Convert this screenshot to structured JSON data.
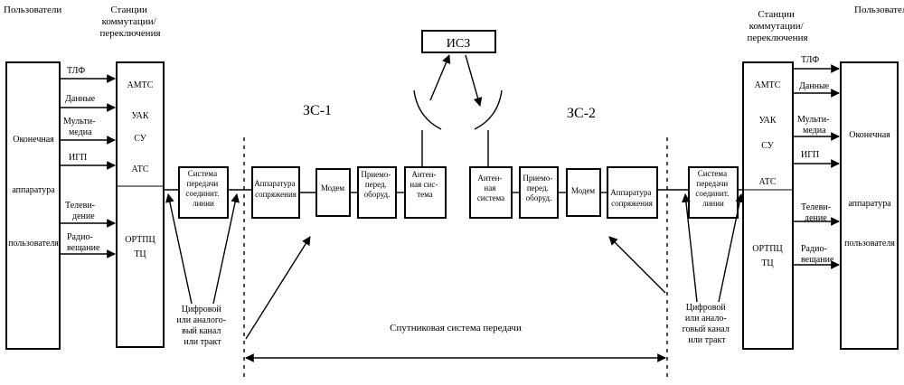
{
  "left": {
    "users_header": "Пользователи",
    "stations_header": [
      "Станции",
      "коммутации/",
      "переключения"
    ],
    "terminal": [
      "Оконечная",
      "аппаратура",
      "пользователя"
    ],
    "services": [
      [
        "ТЛФ"
      ],
      [
        "Данные"
      ],
      [
        "Мульти-",
        "медиа"
      ],
      [
        "ИГП"
      ],
      [
        "Телеви-",
        "дение"
      ],
      [
        "Радио-",
        "вещание"
      ]
    ],
    "switch_items": [
      "АМТС",
      "УАК",
      "СУ",
      "АТС"
    ],
    "broadcast_items": [
      "ОРТПЦ",
      "ТЦ"
    ],
    "transmission": [
      "Система",
      "передачи",
      "соединит.",
      "линии"
    ],
    "channel_note": [
      "Цифровой",
      "или аналого-",
      "вый канал",
      "или тракт"
    ]
  },
  "right": {
    "users_header": "Пользователи",
    "stations_header": [
      "Станции",
      "коммутации/",
      "переключения"
    ],
    "terminal": [
      "Оконечная",
      "аппаратура",
      "пользователя"
    ],
    "services": [
      [
        "ТЛФ"
      ],
      [
        "Данные"
      ],
      [
        "Мульти-",
        "медиа"
      ],
      [
        "ИГП"
      ],
      [
        "Телеви-",
        "дение"
      ],
      [
        "Радио-",
        "вещание"
      ]
    ],
    "switch_items": [
      "АМТС",
      "УАК",
      "СУ",
      "АТС"
    ],
    "broadcast_items": [
      "ОРТПЦ",
      "ТЦ"
    ],
    "transmission": [
      "Система",
      "передачи",
      "соединит.",
      "линии"
    ],
    "channel_note": [
      "Цифровой",
      "или анало-",
      "говый канал",
      "или тракт"
    ]
  },
  "satellite": "ИСЗ",
  "earth_station_1": "ЗС-1",
  "earth_station_2": "ЗС-2",
  "es1_blocks": [
    [
      "Аппаратура",
      "сопряжения"
    ],
    [
      "Модем"
    ],
    [
      "Приемо-",
      "перед.",
      "оборуд."
    ],
    [
      "Антен-",
      "ная сис-",
      "тема"
    ]
  ],
  "es2_blocks": [
    [
      "Антен-",
      "ная",
      "система"
    ],
    [
      "Приемо-",
      "перед.",
      "оборуд."
    ],
    [
      "Модем"
    ],
    [
      "Аппаратура",
      "сопряжения"
    ]
  ],
  "satellite_system_label": "Спутниковая система передачи"
}
